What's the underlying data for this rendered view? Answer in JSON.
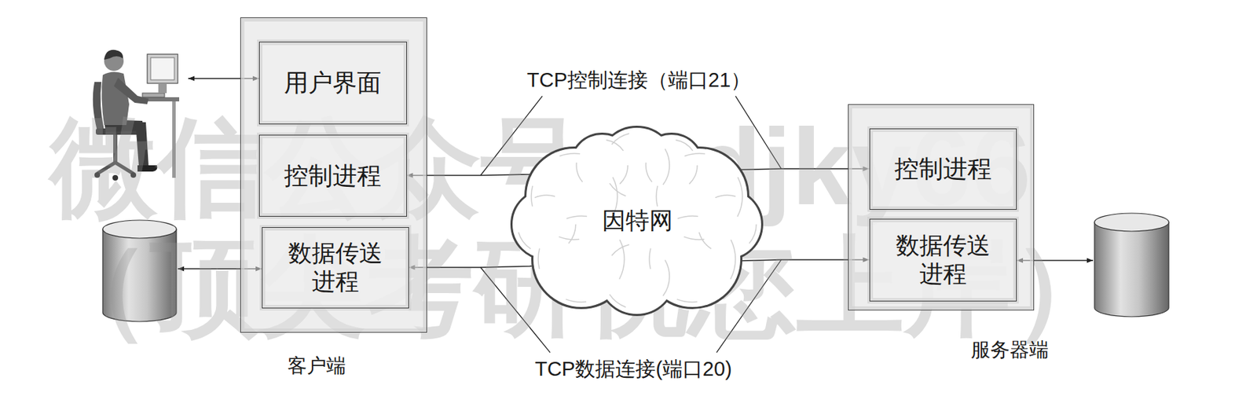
{
  "diagram": {
    "nodes": [
      {
        "text": [
          "客户端"
        ]
      },
      {
        "text": [
          "用户界面"
        ],
        "in": 0
      },
      {
        "text": [
          "控制进程"
        ],
        "in": 0
      },
      {
        "text": [
          "数据传送进程"
        ],
        "in": 0
      },
      {
        "text": [
          "因特网"
        ]
      },
      {
        "text": [
          "服务器端"
        ]
      },
      {
        "text": [
          "控制进程"
        ],
        "in": 5
      },
      {
        "text": [
          "数据传送进程"
        ],
        "in": 5
      }
    ],
    "edges": [
      {
        "from": 2,
        "to": 6,
        "arrow": "both",
        "label": "TCP控制连接（端口21）"
      },
      {
        "from": 3,
        "to": 7,
        "arrow": "both",
        "label": "TCP数据连接(端口20)"
      }
    ],
    "labels": [
      "微信公众号：djky66",
      "（顶尖考研祝您上岸）"
    ]
  }
}
